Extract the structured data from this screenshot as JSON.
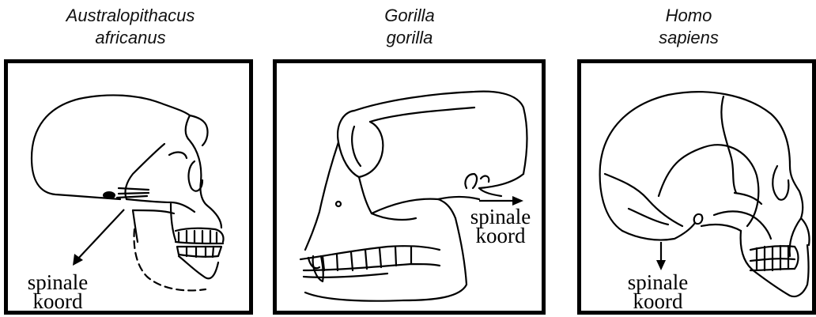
{
  "panels": [
    {
      "genus": "Australopithacus",
      "species": "africanus",
      "label_line1": "spinale",
      "label_line2": "koord"
    },
    {
      "genus": "Gorilla",
      "species": "gorilla",
      "label_line1": "spinale",
      "label_line2": "koord"
    },
    {
      "genus": "Homo",
      "species": "sapiens",
      "label_line1": "spinale",
      "label_line2": "koord"
    }
  ]
}
